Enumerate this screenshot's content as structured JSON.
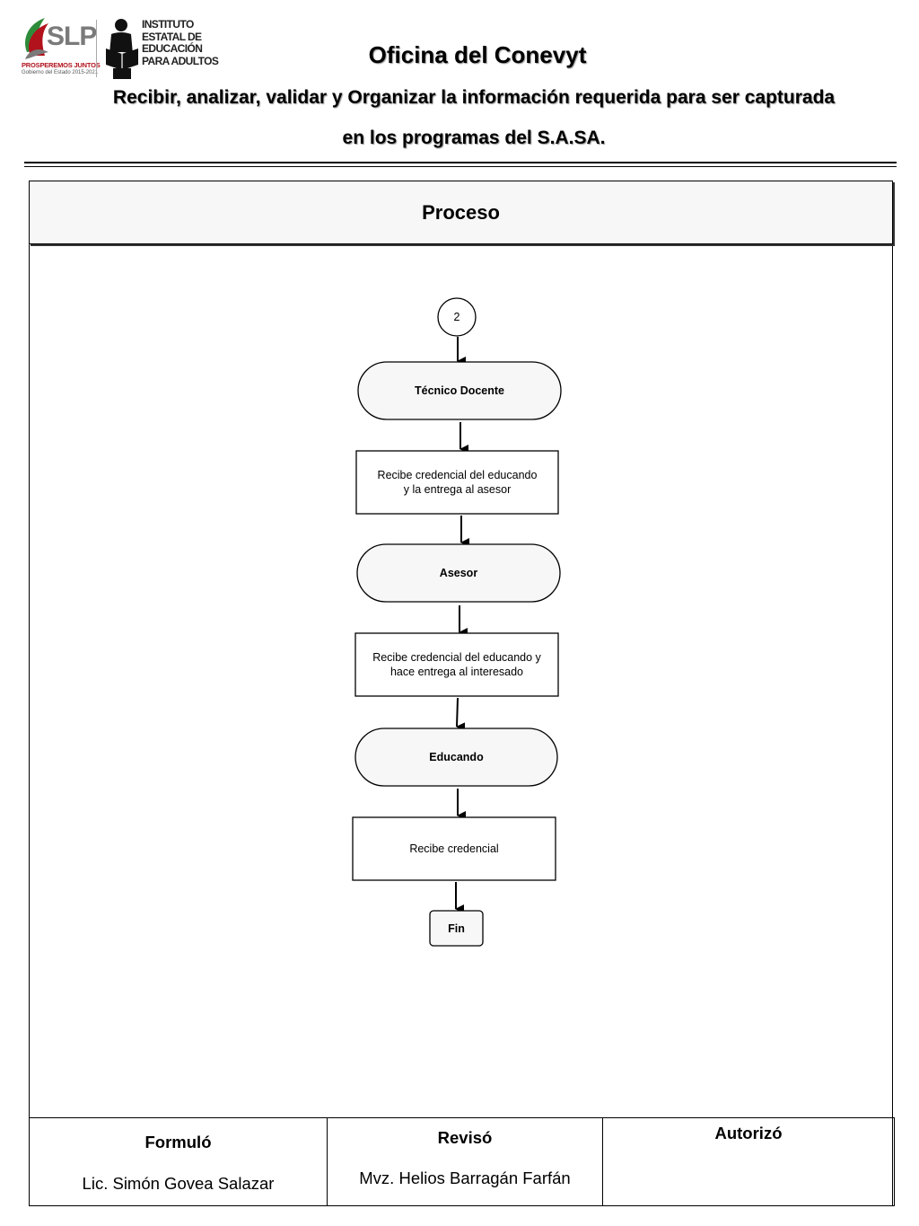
{
  "logos": {
    "slp": {
      "mark": "SLP",
      "tagline": "PROSPEREMOS JUNTOS",
      "subline": "Gobierno del Estado 2015-2021"
    },
    "ieea": {
      "lines": [
        "INSTITUTO",
        "ESTATAL DE",
        "EDUCACIÓN",
        "PARA ADULTOS"
      ]
    }
  },
  "header": {
    "title": "Oficina del Conevyt",
    "subtitle_line1": "Recibir, analizar, validar y  Organizar la información requerida  para ser capturada",
    "subtitle_line2": "en los programas del S.A.SA."
  },
  "process": {
    "heading": "Proceso",
    "connector": "2",
    "nodes": [
      {
        "type": "actor",
        "text": "Técnico Docente"
      },
      {
        "type": "activity",
        "line1": "Recibe credencial del educando",
        "line2": "y la entrega al asesor"
      },
      {
        "type": "actor",
        "text": "Asesor"
      },
      {
        "type": "activity",
        "line1": "Recibe credencial del educando  y",
        "line2": "hace entrega al interesado"
      },
      {
        "type": "actor",
        "text": "Educando"
      },
      {
        "type": "activity",
        "line1": "Recibe credencial",
        "line2": ""
      },
      {
        "type": "terminal",
        "text": "Fin"
      }
    ]
  },
  "signatures": [
    {
      "role": "Formuló",
      "name": "Lic. Simón Govea Salazar"
    },
    {
      "role": "Revisó",
      "name": "Mvz. Helios Barragán Farfán"
    },
    {
      "role": "Autorizó",
      "name": ""
    }
  ],
  "colors": {
    "slp_red": "#b1121c",
    "slp_green": "#2e8b3a",
    "header_fill": "#f7f7f7"
  }
}
